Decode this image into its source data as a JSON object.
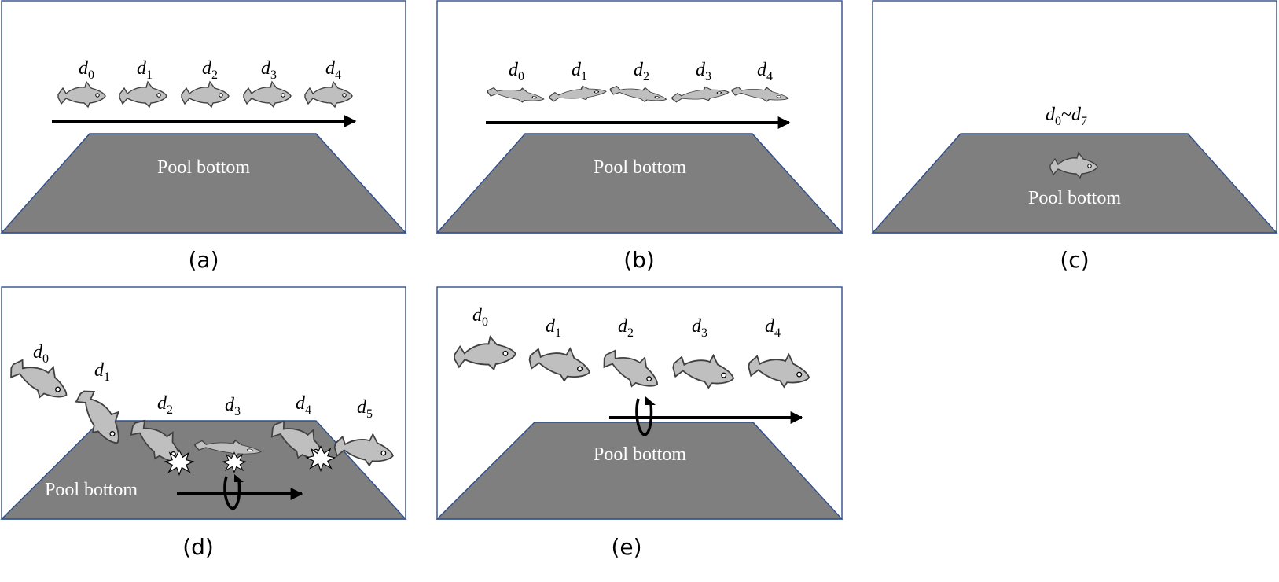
{
  "pool_label": "Pool bottom",
  "panels": {
    "a": {
      "caption": "(a)",
      "labels": [
        [
          "d",
          "0"
        ],
        [
          "d",
          "1"
        ],
        [
          "d",
          "2"
        ],
        [
          "d",
          "3"
        ],
        [
          "d",
          "4"
        ]
      ]
    },
    "b": {
      "caption": "(b)",
      "labels": [
        [
          "d",
          "0"
        ],
        [
          "d",
          "1"
        ],
        [
          "d",
          "2"
        ],
        [
          "d",
          "3"
        ],
        [
          "d",
          "4"
        ]
      ]
    },
    "c": {
      "caption": "(c)",
      "label_left": [
        "d",
        "0"
      ],
      "label_sep": "~",
      "label_right": [
        "d",
        "7"
      ]
    },
    "d": {
      "caption": "(d)",
      "labels": [
        [
          "d",
          "0"
        ],
        [
          "d",
          "1"
        ],
        [
          "d",
          "2"
        ],
        [
          "d",
          "3"
        ],
        [
          "d",
          "4"
        ],
        [
          "d",
          "5"
        ]
      ]
    },
    "e": {
      "caption": "(e)",
      "labels": [
        [
          "d",
          "0"
        ],
        [
          "d",
          "1"
        ],
        [
          "d",
          "2"
        ],
        [
          "d",
          "3"
        ],
        [
          "d",
          "4"
        ]
      ]
    }
  },
  "colors": {
    "frame_border": "#2F4E8C",
    "pool_fill": "#7F7F7F",
    "fish_fill": "#BFBFBF",
    "fish_outline": "#404040"
  },
  "icons": [
    "fish-icon",
    "splash-burst-icon",
    "turn-arrow-icon",
    "right-arrow-icon"
  ]
}
